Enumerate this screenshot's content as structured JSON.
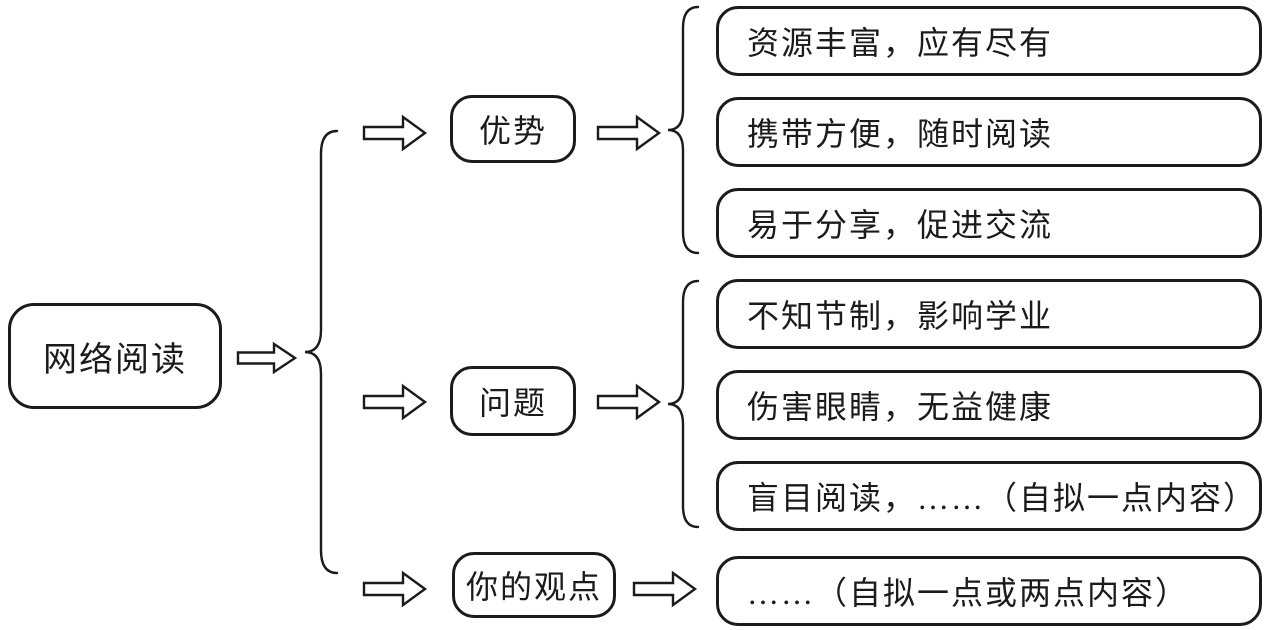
{
  "diagram": {
    "title_hint": "网络阅读 mind map",
    "colors": {
      "stroke": "#1b1b1b",
      "background": "#ffffff"
    },
    "root": {
      "label": "网络阅读"
    },
    "branches": [
      {
        "label": "优势",
        "items": [
          "资源丰富，应有尽有",
          "携带方便，随时阅读",
          "易于分享，促进交流"
        ]
      },
      {
        "label": "问题",
        "items": [
          "不知节制，影响学业",
          "伤害眼睛，无益健康",
          "盲目阅读，……（自拟一点内容）"
        ]
      },
      {
        "label": "你的观点",
        "items": [
          "……（自拟一点或两点内容）"
        ]
      }
    ]
  }
}
